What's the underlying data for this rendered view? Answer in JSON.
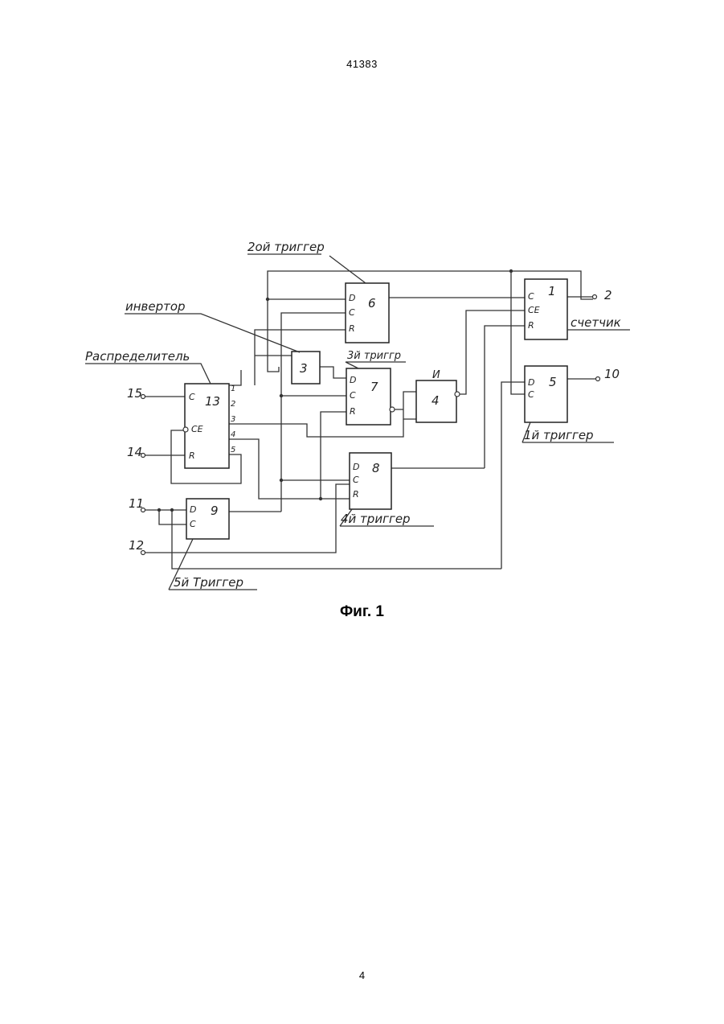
{
  "page": {
    "doc_number": "41383",
    "figure_caption": "Фиг. 1",
    "page_number": "4"
  },
  "blocks": {
    "counter": {
      "id": "1",
      "pins": [
        "C",
        "CE",
        "R"
      ]
    },
    "inverter": {
      "id": "3"
    },
    "and_gate": {
      "id": "4",
      "symbol": "И"
    },
    "trigger_1": {
      "id": "5",
      "pins": [
        "D",
        "C"
      ]
    },
    "trigger_2": {
      "id": "6",
      "pins": [
        "D",
        "C",
        "R"
      ]
    },
    "trigger_3": {
      "id": "7",
      "pins": [
        "D",
        "C",
        "R"
      ]
    },
    "trigger_4": {
      "id": "8",
      "pins": [
        "D",
        "C",
        "R"
      ]
    },
    "trigger_5": {
      "id": "9",
      "pins": [
        "D",
        "C"
      ]
    },
    "distributor": {
      "id": "13",
      "pins": [
        "C",
        "CE",
        "R"
      ],
      "outputs": [
        "1",
        "2",
        "3",
        "4",
        "5"
      ]
    }
  },
  "callouts": {
    "trigger_2": "2ой триггер",
    "inverter": "инвертор",
    "trigger_3": "3й триггр",
    "distributor": "Распределитель",
    "counter": "счетчик",
    "trigger_1": "1й триггер",
    "trigger_4": "4й триггер",
    "trigger_5": "5й Триггер"
  },
  "terminals": {
    "t2": "2",
    "t10": "10",
    "t11": "11",
    "t12": "12",
    "t14": "14",
    "t15": "15"
  }
}
